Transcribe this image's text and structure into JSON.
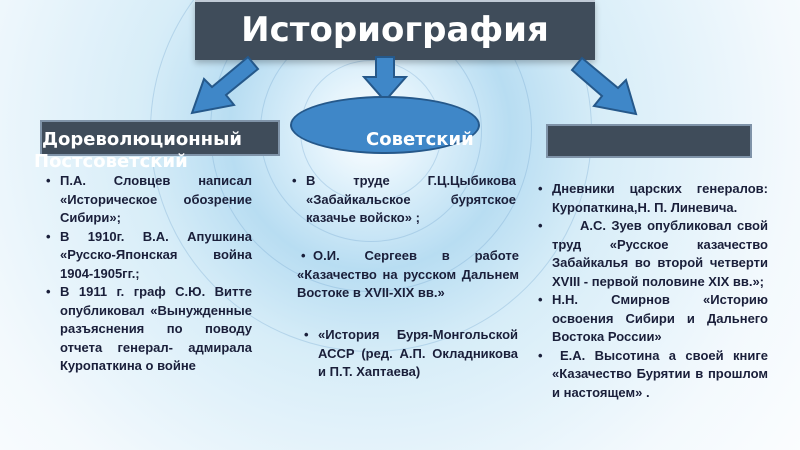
{
  "title": "Историография",
  "periods": {
    "left": "Дореволюционный",
    "middle": "Советский",
    "right_overlap": "Постсоветский"
  },
  "left_items": [
    "П.А. Словцев написал «Историческое обозрение Сибири»;",
    "В 1910г. В.А. Апушкина «Русско-Японская война 1904-1905гг.;",
    "В 1911 г. граф С.Ю. Витте опубликовал «Вынужденные разъяснения по поводу отчета генерал- адмирала Куропаткина о войне"
  ],
  "middle_items": [
    "В труде Г.Ц.Цыбикова «Забайкальское бурятское казачье войско» ;",
    "О.И. Сергеев в работе «Казачество на русском Дальнем Востоке в XVII-XIX вв.»",
    "«История Буря-Монгольской АССР (ред. А.П. Окладникова и П.Т. Хаптаева)"
  ],
  "right_items": [
    "Дневники царских генералов: Куропаткина,Н. П. Линевича.",
    "А.С. Зуев опубликовал свой труд «Русское казачество Забайкалья во второй четверти XVIII - первой половине XIX вв.»;",
    "Н.Н. Смирнов «Историю освоения Сибири и Дальнего Востока России»",
    "Е.А. Высотина а своей книге «Казачество Бурятии в прошлом и настоящем» ."
  ],
  "colors": {
    "title_bg": "#3f4c5a",
    "arrow_fill": "#3f87c8",
    "text": "#1a1f3a"
  },
  "bullet": "•",
  "icons": [
    "arrow-down-left-icon",
    "arrow-down-icon",
    "arrow-down-right-icon"
  ]
}
